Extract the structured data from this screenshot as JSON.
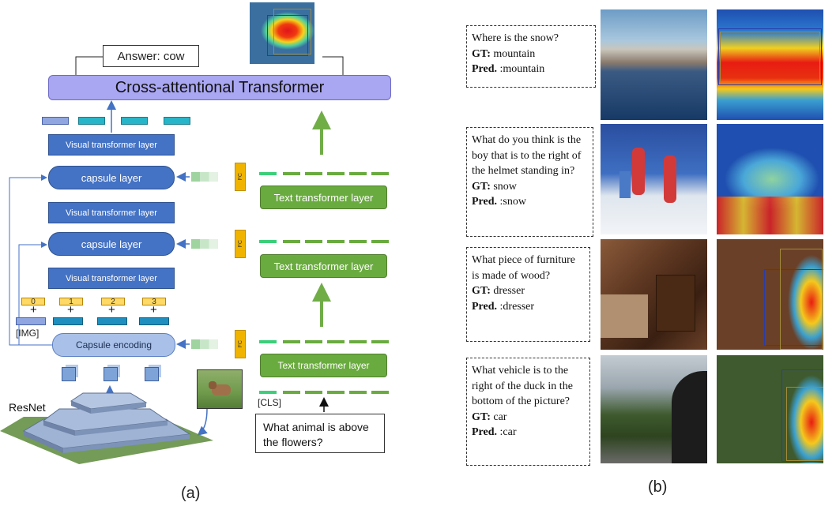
{
  "panel_a": {
    "answer_label": "Answer: cow",
    "cross_transformer_label": "Cross-attentional Transformer",
    "visual_layer_label": "Visual transformer  layer",
    "capsule_layer_label": "capsule layer",
    "capsule_encoding_label": "Capsule encoding",
    "text_layer_label": "Text transformer layer",
    "fc_label": "FC",
    "img_token_label": "[IMG]",
    "cls_token_label": "[CLS]",
    "resnet_label": "ResNet",
    "question_text": "What animal is above the flowers?",
    "token_indices": [
      "0",
      "1",
      "2",
      "3"
    ],
    "plus_sign": "+",
    "caption": "(a)"
  },
  "panel_b": {
    "caption": "(b)",
    "examples": [
      {
        "question": "Where is the snow?",
        "gt_label": "GT:",
        "gt": "mountain",
        "pred_label": "Pred.",
        "pred": ":mountain"
      },
      {
        "question": "What do you think is the boy that is to the right of the helmet standing in?",
        "gt_label": "GT:",
        "gt": "snow",
        "pred_label": "Pred.",
        "pred": ":snow"
      },
      {
        "question": "What piece of furniture is made of wood?",
        "gt_label": "GT:",
        "gt": "dresser",
        "pred_label": "Pred.",
        "pred": ":dresser"
      },
      {
        "question": "What vehicle is to the right of the duck in the bottom of the picture?",
        "gt_label": "GT:",
        "gt": "car",
        "pred_label": "Pred.",
        "pred": ":car"
      }
    ]
  },
  "colors": {
    "cross_transformer": "#a9a6f2",
    "blue_box": "#4472c4",
    "green_box": "#6aab3f",
    "fc_box": "#f0b400",
    "token_yellow": "#ffd966",
    "arrow_green": "#70ad47",
    "arrow_blue": "#4472c4"
  }
}
